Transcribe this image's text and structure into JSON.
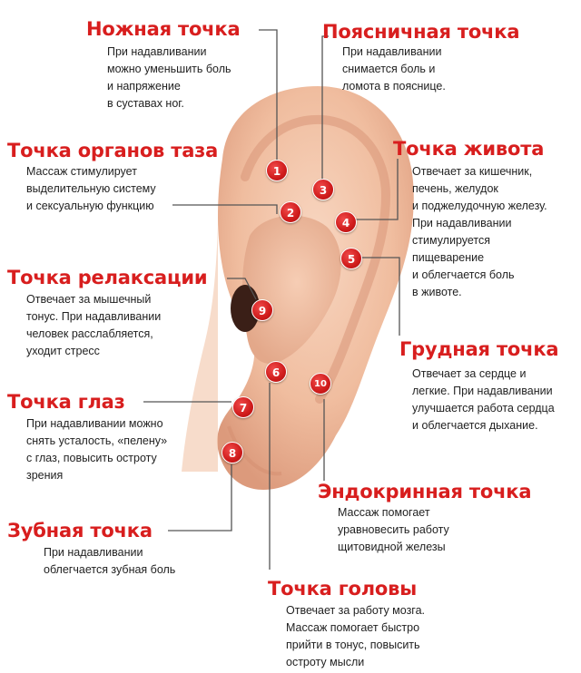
{
  "points": [
    {
      "id": "foot",
      "title": "Ножная точка",
      "text": "При надавливании\nможно уменьшить боль\nи напряжение\nв суставах ног."
    },
    {
      "id": "lumbar",
      "title": "Поясничная точка",
      "text": "При надавливании\nснимается боль и\nломота в пояснице."
    },
    {
      "id": "pelvis",
      "title": "Точка органов таза",
      "text": "Массаж стимулирует\nвыделительную систему\nи сексуальную функцию"
    },
    {
      "id": "belly",
      "title": "Точка живота",
      "text": "Отвечает за кишечник,\nпечень, желудок\nи поджелудочную железу.\nПри надавливании\nстимулируется\nпищеварение\nи облегчается боль\nв животе."
    },
    {
      "id": "relax",
      "title": "Точка релаксации",
      "text": "Отвечает за мышечный\nтонус. При надавливании\nчеловек расслабляется,\nуходит стресс"
    },
    {
      "id": "chest",
      "title": "Грудная точка",
      "text": "Отвечает за сердце и\nлегкие. При надавливании\nулучшается работа сердца\nи облегчается дыхание."
    },
    {
      "id": "eyes",
      "title": "Точка глаз",
      "text": "При надавливании можно\nснять усталость, «пелену»\nс глаз, повысить остроту\nзрения"
    },
    {
      "id": "endocrine",
      "title": "Эндокринная точка",
      "text": "Массаж помогает\nуравновесить работу\nщитовидной железы"
    },
    {
      "id": "tooth",
      "title": "Зубная точка",
      "text": "При надавливании\nоблегчается зубная боль"
    },
    {
      "id": "head",
      "title": "Точка головы",
      "text": "Отвечает за работу мозга.\nМассаж помогает быстро\nприйти в тонус, повысить\nостроту мысли"
    }
  ],
  "markers": [
    "1",
    "2",
    "3",
    "4",
    "5",
    "6",
    "7",
    "8",
    "9",
    "10"
  ],
  "colors": {
    "title": "#d81e1e",
    "marker": "#cf1b1b",
    "skin": "#f2c3a6",
    "line": "#555555"
  }
}
